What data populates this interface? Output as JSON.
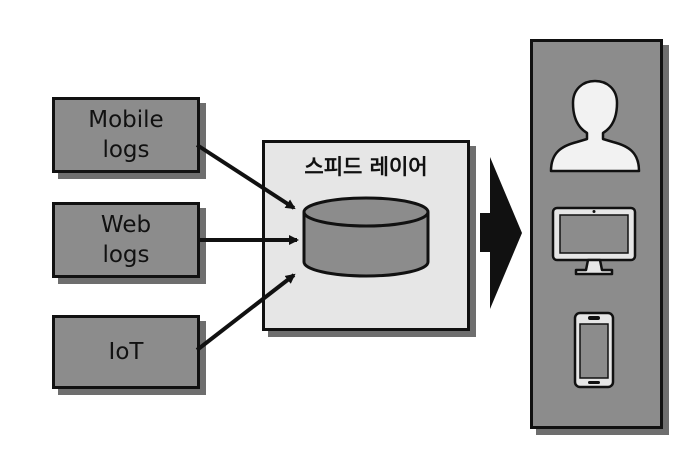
{
  "sources": [
    {
      "lines": [
        "Mobile",
        "logs"
      ]
    },
    {
      "lines": [
        "Web",
        "logs"
      ]
    },
    {
      "lines": [
        "IoT"
      ]
    }
  ],
  "speed_layer": {
    "title": "스피드 레이어"
  },
  "serving": {
    "icons": [
      "user-icon",
      "monitor-icon",
      "smartphone-icon"
    ]
  },
  "colors": {
    "box_fill": "#8c8c8c",
    "layer_fill": "#e6e6e6",
    "shadow": "#6e6e6e",
    "stroke": "#111111"
  }
}
